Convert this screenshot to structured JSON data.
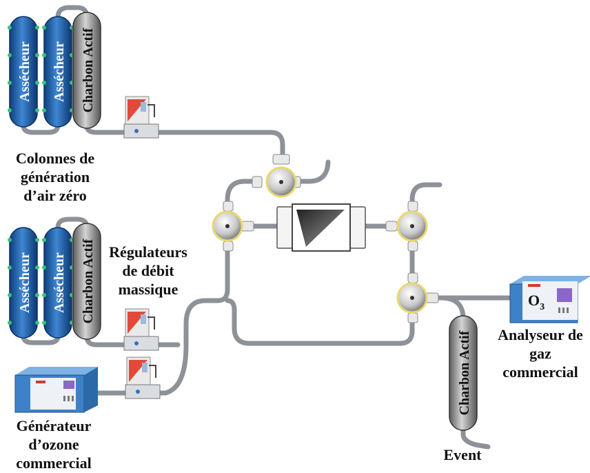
{
  "labels": {
    "dryer": "Assécheur",
    "carbon": "Charbon Actif",
    "zero_air_1": "Colonnes de",
    "zero_air_2": "génération",
    "zero_air_3": "d’air zéro",
    "mfc_1": "Régulateurs",
    "mfc_2": "de débit",
    "mfc_3": "massique",
    "ozone_gen_1": "Générateur",
    "ozone_gen_2": "d’ozone",
    "ozone_gen_3": "commercial",
    "analyzer_1": "Analyseur de",
    "analyzer_2": "gaz",
    "analyzer_3": "commercial",
    "event": "Event",
    "o3_base": "O",
    "o3_sub": "3"
  },
  "colors": {
    "dryer_blue": "#1f5fa8",
    "tube_gray": "#8f959b",
    "carbon_gray": "#9a9a9a",
    "instrument_blue": "#3b7fc4",
    "screen_purple": "#8a67c9",
    "valve_yellow": "#f1e48a"
  }
}
